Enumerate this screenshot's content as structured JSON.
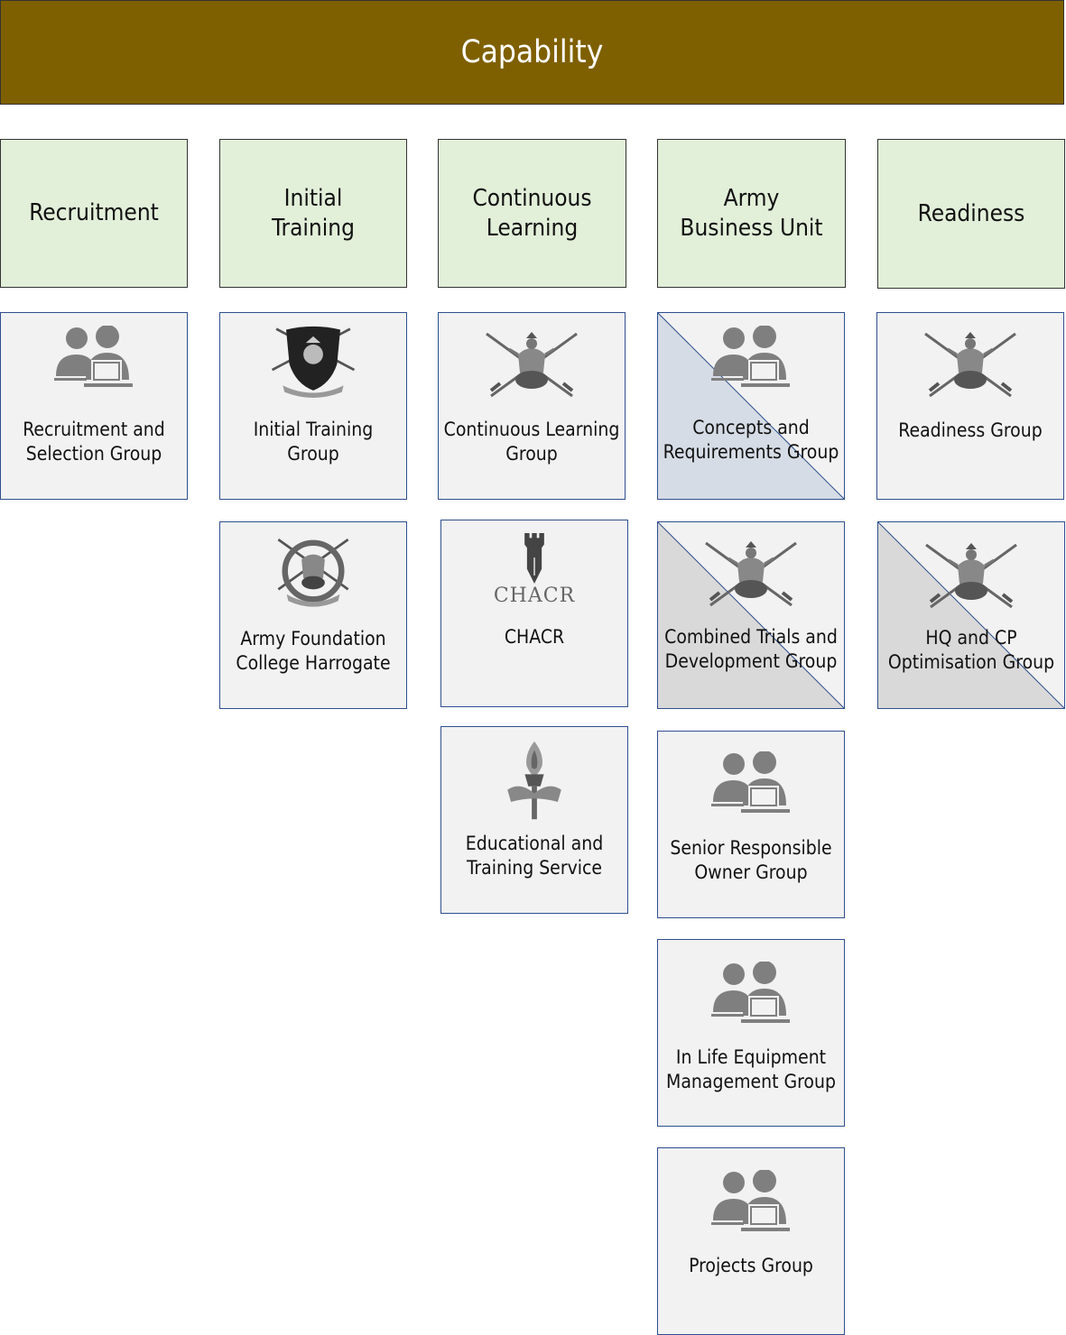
{
  "header": {
    "title": "Capability",
    "color": "#7f6000"
  },
  "columns": [
    {
      "label": "Recruitment"
    },
    {
      "label": "Initial\nTraining"
    },
    {
      "label": "Continuous\nLearning"
    },
    {
      "label": "Army\nBusiness Unit"
    },
    {
      "label": "Readiness"
    }
  ],
  "cards": {
    "recruitment_selection": {
      "label": "Recruitment and\nSelection Group",
      "icon": "people-laptop-icon"
    },
    "initial_training": {
      "label": "Initial Training\nGroup",
      "icon": "shield-crest-icon"
    },
    "army_foundation_college": {
      "label": "Army Foundation\nCollege Harrogate",
      "icon": "wreath-crest-icon"
    },
    "continuous_learning": {
      "label": "Continuous Learning\nGroup",
      "icon": "crossed-swords-crest-icon"
    },
    "chacr": {
      "label": "CHACR",
      "icon": "chacr-logo-icon",
      "logo_text": "CHACR"
    },
    "educational_training": {
      "label": "Educational and\nTraining Service",
      "icon": "torch-crest-icon"
    },
    "concepts_requirements": {
      "label": "Concepts and\nRequirements Group",
      "icon": "people-laptop-icon"
    },
    "combined_trials": {
      "label": "Combined Trials and\nDevelopment Group",
      "icon": "crossed-swords-crest-icon"
    },
    "senior_responsible_owner": {
      "label": "Senior Responsible\nOwner Group",
      "icon": "people-laptop-icon"
    },
    "in_life_equipment": {
      "label": "In Life Equipment\nManagement Group",
      "icon": "people-laptop-icon"
    },
    "projects": {
      "label": "Projects Group",
      "icon": "people-laptop-icon"
    },
    "readiness_group": {
      "label": "Readiness Group",
      "icon": "crossed-swords-crest-icon"
    },
    "hq_cp_optimisation": {
      "label": "HQ and CP\nOptimisation Group",
      "icon": "crossed-swords-crest-icon"
    }
  },
  "colors": {
    "column_header_bg": "#e2efd9",
    "card_bg": "#f2f2f2",
    "card_border": "#2f4f8f",
    "diag_blue": "#d6dce5",
    "diag_grey": "#d9d9d9",
    "icon_grey": "#7f7f7f"
  }
}
